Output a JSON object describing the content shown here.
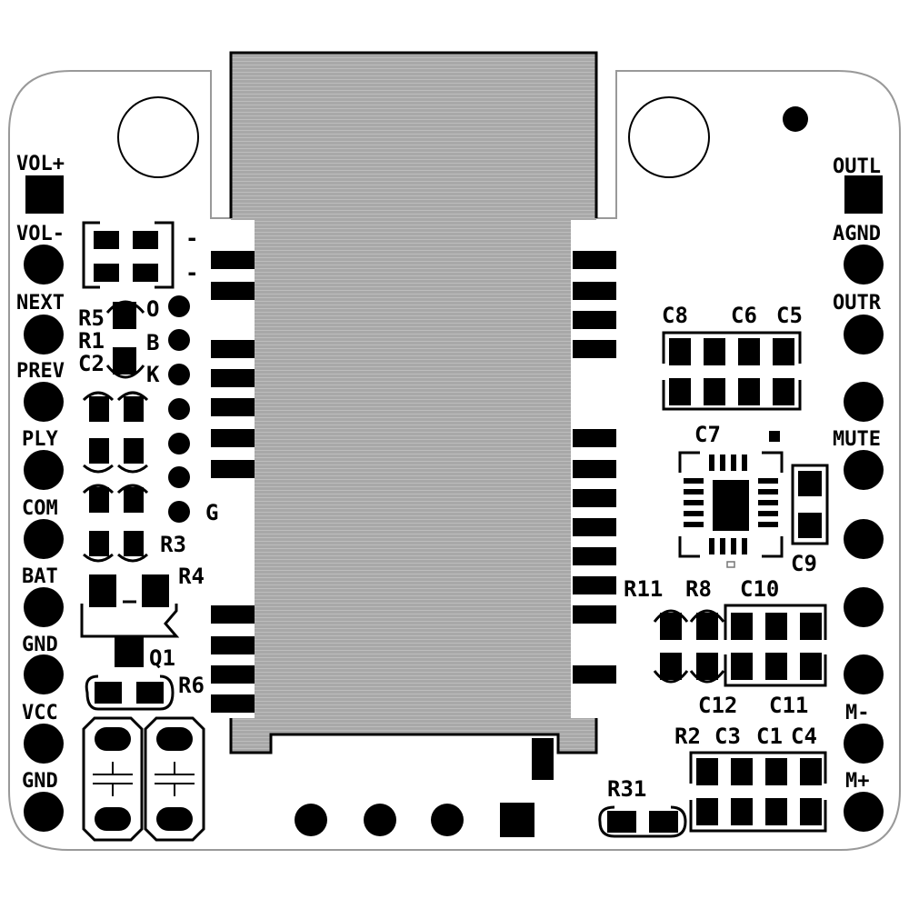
{
  "board": {
    "left_pins": [
      "VOL+",
      "VOL-",
      "NEXT",
      "PREV",
      "PLY",
      "COM",
      "BAT",
      "GND",
      "VCC",
      "GND"
    ],
    "right_pins": [
      "OUTL",
      "AGND",
      "OUTR",
      "MUTE",
      "M-",
      "M+"
    ],
    "components": {
      "r5": "R5",
      "r1": "R1",
      "c2": "C2",
      "r3": "R3",
      "r4": "R4",
      "q1": "Q1",
      "r6": "R6",
      "c8": "C8",
      "c6": "C6",
      "c5": "C5",
      "c7": "C7",
      "c9": "C9",
      "r11": "R11",
      "r8": "R8",
      "c10": "C10",
      "c12": "C12",
      "c11": "C11",
      "r2": "R2",
      "c3": "C3",
      "c1": "C1",
      "c4": "C4",
      "r31": "R31"
    },
    "test_points": [
      "O",
      "B",
      "K",
      "G"
    ],
    "dashes": [
      "-",
      "-"
    ]
  }
}
